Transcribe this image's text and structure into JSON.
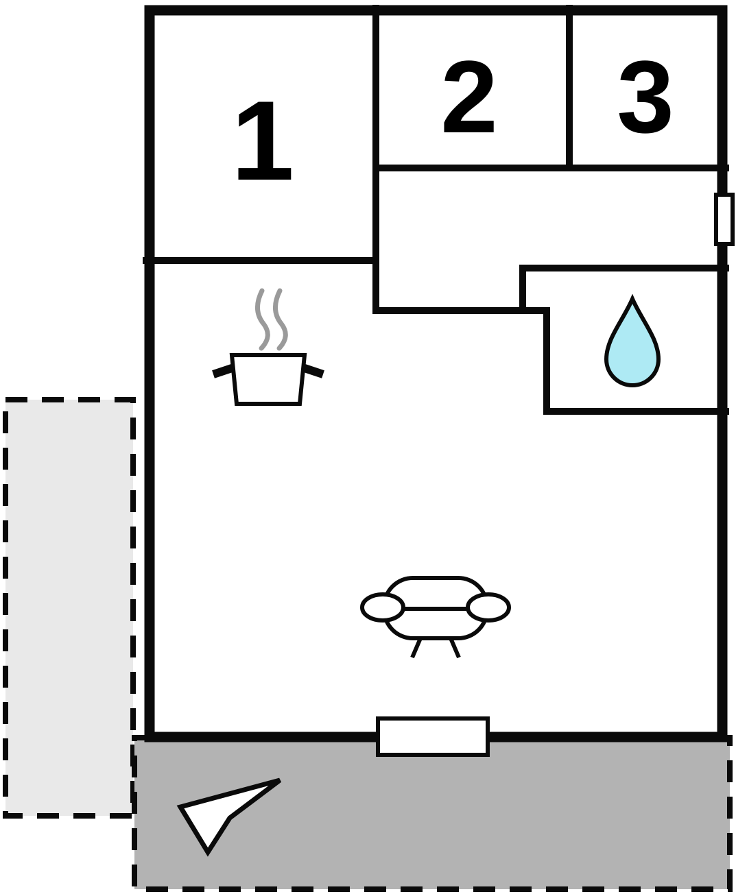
{
  "plan": {
    "type": "floor-plan",
    "rooms": [
      {
        "id": "room-1",
        "label": "1"
      },
      {
        "id": "room-2",
        "label": "2"
      },
      {
        "id": "room-3",
        "label": "3"
      }
    ],
    "icons": {
      "kitchen": "steam-pot-icon",
      "living_room": "sofa-icon",
      "bathroom": "water-drop-icon",
      "direction": "north-arrow-icon"
    },
    "colors": {
      "wall": "#0a0a0a",
      "room_fill": "#ffffff",
      "terrace_fill": "#b3b3b3",
      "side_area_fill": "#e9e9e9",
      "water_drop_fill": "#aeeaf4",
      "steam": "#9a9a9a"
    }
  }
}
